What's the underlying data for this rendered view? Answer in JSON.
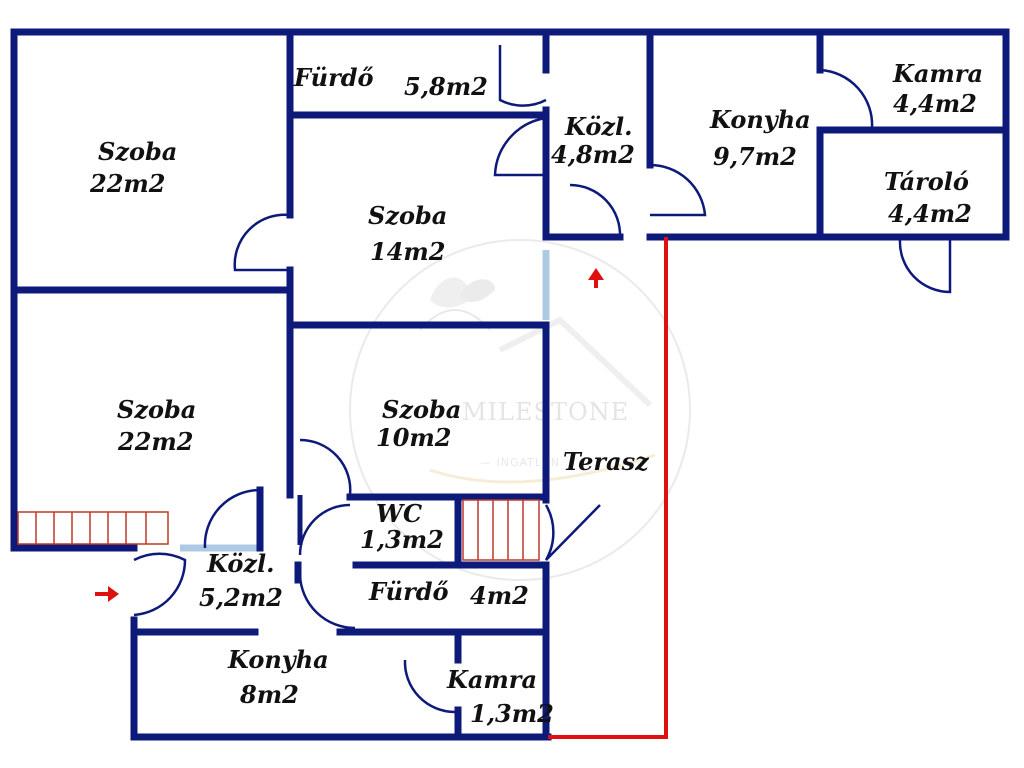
{
  "colors": {
    "wall": "#0e1a7a",
    "window": "#aec9e4",
    "terrace_outline": "#e01010",
    "arrow": "#e01010",
    "stair": "#c0392b"
  },
  "watermark": {
    "brand": "MILESTONE",
    "sub": "— INGATLAN"
  },
  "icons": {
    "entrance": "arrow-right-icon",
    "terrace_entrance": "arrow-up-icon"
  },
  "rooms": {
    "furdo_top": {
      "name": "Fürdő",
      "area": "5,8m2"
    },
    "kozl_top": {
      "name": "Közl.",
      "area": "4,8m2"
    },
    "konyha_top": {
      "name": "Konyha",
      "area": "9,7m2"
    },
    "kamra_top": {
      "name": "Kamra",
      "area": "4,4m2"
    },
    "tarolo": {
      "name": "Tároló",
      "area": "4,4m2"
    },
    "szoba_nw": {
      "name": "Szoba",
      "area": "22m2"
    },
    "szoba_mid": {
      "name": "Szoba",
      "area": "14m2"
    },
    "szoba_sw": {
      "name": "Szoba",
      "area": "22m2"
    },
    "szoba_small": {
      "name": "Szoba",
      "area": "10m2"
    },
    "wc": {
      "name": "WC",
      "area": "1,3m2"
    },
    "furdo_bottom": {
      "name": "Fürdő",
      "area": "4m2"
    },
    "kozl_bottom": {
      "name": "Közl.",
      "area": "5,2m2"
    },
    "konyha_bottom": {
      "name": "Konyha",
      "area": "8m2"
    },
    "kamra_bottom": {
      "name": "Kamra",
      "area": "1,3m2"
    },
    "terasz": {
      "name": "Terasz"
    }
  }
}
